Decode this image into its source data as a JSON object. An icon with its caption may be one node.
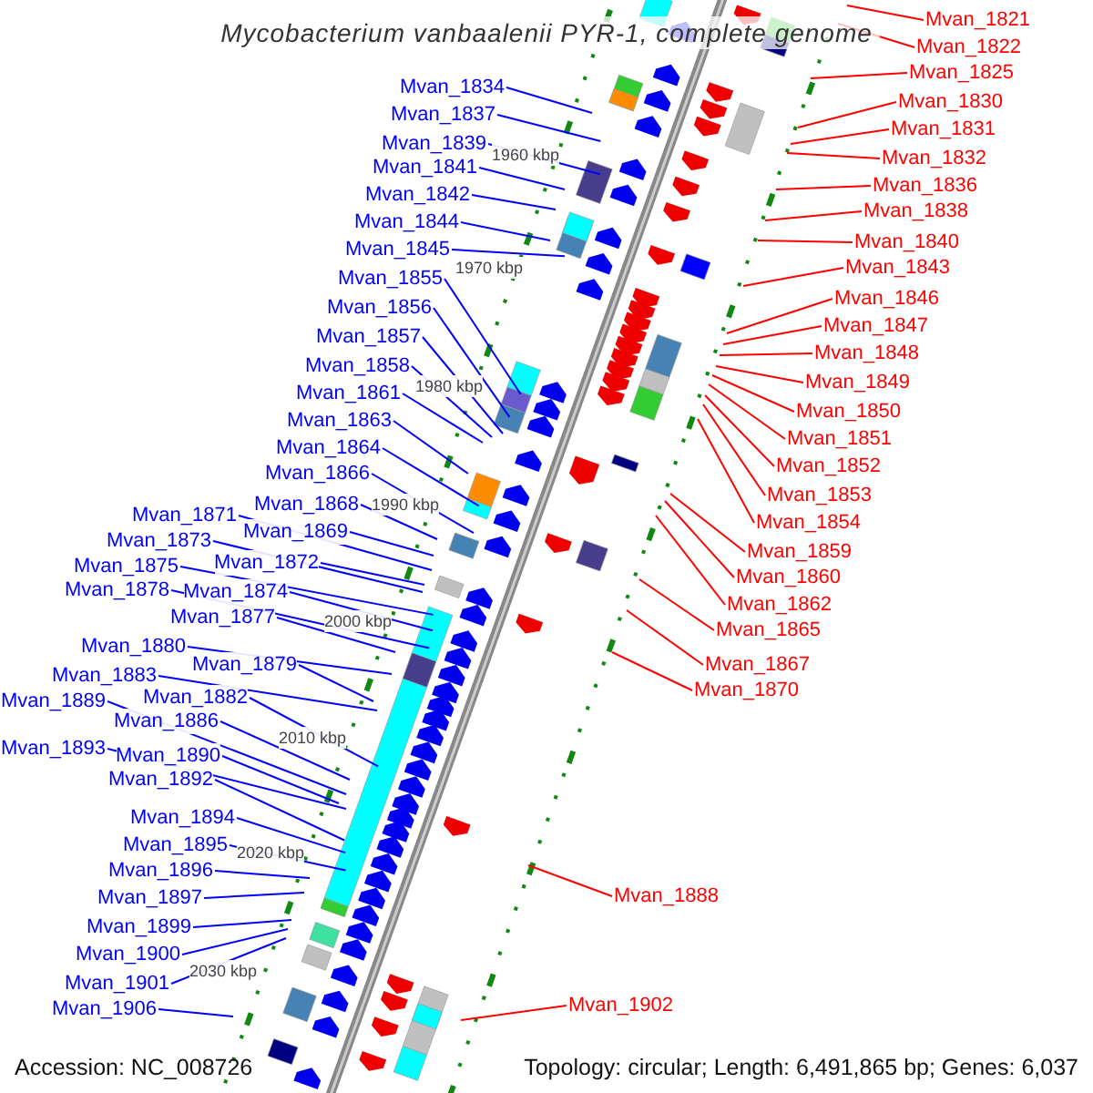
{
  "diagram": {
    "title": "Mycobacterium vanbaalenii PYR-1, complete genome",
    "nodes": [
      {
        "text": [
          "Mvan_1834"
        ]
      },
      {
        "text": [
          "Mvan_1837"
        ]
      },
      {
        "text": [
          "Mvan_1839"
        ]
      },
      {
        "text": [
          "Mvan_1841"
        ]
      },
      {
        "text": [
          "Mvan_1842"
        ]
      },
      {
        "text": [
          "Mvan_1844"
        ]
      },
      {
        "text": [
          "Mvan_1845"
        ]
      },
      {
        "text": [
          "Mvan_1855"
        ]
      },
      {
        "text": [
          "Mvan_1856"
        ]
      },
      {
        "text": [
          "Mvan_1857"
        ]
      },
      {
        "text": [
          "Mvan_1858"
        ]
      },
      {
        "text": [
          "Mvan_1861"
        ]
      },
      {
        "text": [
          "Mvan_1863"
        ]
      },
      {
        "text": [
          "Mvan_1864"
        ]
      },
      {
        "text": [
          "Mvan_1866"
        ]
      },
      {
        "text": [
          "Mvan_1868"
        ]
      },
      {
        "text": [
          "Mvan_1871"
        ]
      },
      {
        "text": [
          "Mvan_1869"
        ]
      },
      {
        "text": [
          "Mvan_1873"
        ]
      },
      {
        "text": [
          "Mvan_1872"
        ]
      },
      {
        "text": [
          "Mvan_1875"
        ]
      },
      {
        "text": [
          "Mvan_1874"
        ]
      },
      {
        "text": [
          "Mvan_1878"
        ]
      },
      {
        "text": [
          "Mvan_1877"
        ]
      },
      {
        "text": [
          "Mvan_1880"
        ]
      },
      {
        "text": [
          "Mvan_1879"
        ]
      },
      {
        "text": [
          "Mvan_1883"
        ]
      },
      {
        "text": [
          "Mvan_1882"
        ]
      },
      {
        "text": [
          "Mvan_1889"
        ]
      },
      {
        "text": [
          "Mvan_1886"
        ]
      },
      {
        "text": [
          "Mvan_1893"
        ]
      },
      {
        "text": [
          "Mvan_1890"
        ]
      },
      {
        "text": [
          "Mvan_1892"
        ]
      },
      {
        "text": [
          "Mvan_1894"
        ]
      },
      {
        "text": [
          "Mvan_1895"
        ]
      },
      {
        "text": [
          "Mvan_1896"
        ]
      },
      {
        "text": [
          "Mvan_1897"
        ]
      },
      {
        "text": [
          "Mvan_1899"
        ]
      },
      {
        "text": [
          "Mvan_1900"
        ]
      },
      {
        "text": [
          "Mvan_1901"
        ]
      },
      {
        "text": [
          "Mvan_1906"
        ]
      },
      {
        "text": [
          "Mvan_1821"
        ]
      },
      {
        "text": [
          "Mvan_1822"
        ]
      },
      {
        "text": [
          "Mvan_1825"
        ]
      },
      {
        "text": [
          "Mvan_1830"
        ]
      },
      {
        "text": [
          "Mvan_1831"
        ]
      },
      {
        "text": [
          "Mvan_1832"
        ]
      },
      {
        "text": [
          "Mvan_1836"
        ]
      },
      {
        "text": [
          "Mvan_1838"
        ]
      },
      {
        "text": [
          "Mvan_1840"
        ]
      },
      {
        "text": [
          "Mvan_1843"
        ]
      },
      {
        "text": [
          "Mvan_1846"
        ]
      },
      {
        "text": [
          "Mvan_1847"
        ]
      },
      {
        "text": [
          "Mvan_1848"
        ]
      },
      {
        "text": [
          "Mvan_1849"
        ]
      },
      {
        "text": [
          "Mvan_1850"
        ]
      },
      {
        "text": [
          "Mvan_1851"
        ]
      },
      {
        "text": [
          "Mvan_1852"
        ]
      },
      {
        "text": [
          "Mvan_1853"
        ]
      },
      {
        "text": [
          "Mvan_1854"
        ]
      },
      {
        "text": [
          "Mvan_1859"
        ]
      },
      {
        "text": [
          "Mvan_1860"
        ]
      },
      {
        "text": [
          "Mvan_1862"
        ]
      },
      {
        "text": [
          "Mvan_1865"
        ]
      },
      {
        "text": [
          "Mvan_1867"
        ]
      },
      {
        "text": [
          "Mvan_1870"
        ]
      },
      {
        "text": [
          "Mvan_1888"
        ]
      },
      {
        "text": [
          "Mvan_1902"
        ]
      }
    ],
    "edges": [
      {
        "from": 0,
        "to": null,
        "arrow": "none"
      },
      {
        "from": 1,
        "to": null,
        "arrow": "none"
      },
      {
        "from": 2,
        "to": null,
        "arrow": "none"
      },
      {
        "from": 3,
        "to": null,
        "arrow": "none"
      },
      {
        "from": 4,
        "to": null,
        "arrow": "none"
      },
      {
        "from": 5,
        "to": null,
        "arrow": "none"
      },
      {
        "from": 6,
        "to": null,
        "arrow": "none"
      },
      {
        "from": 7,
        "to": null,
        "arrow": "none"
      },
      {
        "from": 8,
        "to": null,
        "arrow": "none"
      },
      {
        "from": 9,
        "to": null,
        "arrow": "none"
      },
      {
        "from": 10,
        "to": null,
        "arrow": "none"
      },
      {
        "from": 11,
        "to": null,
        "arrow": "none"
      },
      {
        "from": 12,
        "to": null,
        "arrow": "none"
      },
      {
        "from": 13,
        "to": null,
        "arrow": "none"
      },
      {
        "from": 14,
        "to": null,
        "arrow": "none"
      },
      {
        "from": 15,
        "to": null,
        "arrow": "none"
      },
      {
        "from": 16,
        "to": null,
        "arrow": "none"
      },
      {
        "from": 17,
        "to": null,
        "arrow": "none"
      },
      {
        "from": 18,
        "to": null,
        "arrow": "none"
      },
      {
        "from": 19,
        "to": null,
        "arrow": "none"
      },
      {
        "from": 20,
        "to": null,
        "arrow": "none"
      },
      {
        "from": 21,
        "to": null,
        "arrow": "none"
      },
      {
        "from": 22,
        "to": null,
        "arrow": "none"
      },
      {
        "from": 23,
        "to": null,
        "arrow": "none"
      },
      {
        "from": 24,
        "to": null,
        "arrow": "none"
      },
      {
        "from": 25,
        "to": null,
        "arrow": "none"
      },
      {
        "from": 26,
        "to": null,
        "arrow": "none"
      },
      {
        "from": 27,
        "to": null,
        "arrow": "none"
      },
      {
        "from": 28,
        "to": null,
        "arrow": "none"
      },
      {
        "from": 29,
        "to": null,
        "arrow": "none"
      },
      {
        "from": 30,
        "to": null,
        "arrow": "none"
      },
      {
        "from": 31,
        "to": null,
        "arrow": "none"
      },
      {
        "from": 32,
        "to": null,
        "arrow": "none"
      },
      {
        "from": 33,
        "to": null,
        "arrow": "none"
      },
      {
        "from": 34,
        "to": null,
        "arrow": "none"
      },
      {
        "from": 35,
        "to": null,
        "arrow": "none"
      },
      {
        "from": 36,
        "to": null,
        "arrow": "none"
      },
      {
        "from": 37,
        "to": null,
        "arrow": "none"
      },
      {
        "from": 38,
        "to": null,
        "arrow": "none"
      },
      {
        "from": 39,
        "to": null,
        "arrow": "none"
      },
      {
        "from": 40,
        "to": null,
        "arrow": "none"
      },
      {
        "from": 41,
        "to": null,
        "arrow": "none",
        "color": "#ff0000"
      },
      {
        "from": 42,
        "to": null,
        "arrow": "none",
        "color": "#ff0000"
      },
      {
        "from": 43,
        "to": null,
        "arrow": "none",
        "color": "#ff0000"
      },
      {
        "from": 44,
        "to": null,
        "arrow": "none",
        "color": "#ff0000"
      },
      {
        "from": 45,
        "to": null,
        "arrow": "none",
        "color": "#ff0000"
      },
      {
        "from": 46,
        "to": null,
        "arrow": "none",
        "color": "#ff0000"
      },
      {
        "from": 47,
        "to": null,
        "arrow": "none",
        "color": "#ff0000"
      },
      {
        "from": 48,
        "to": null,
        "arrow": "none",
        "color": "#ff0000"
      },
      {
        "from": 49,
        "to": null,
        "arrow": "none",
        "color": "#ff0000"
      },
      {
        "from": 50,
        "to": null,
        "arrow": "none",
        "color": "#ff0000"
      },
      {
        "from": 51,
        "to": null,
        "arrow": "none",
        "color": "#ff0000"
      },
      {
        "from": 52,
        "to": null,
        "arrow": "none",
        "color": "#ff0000"
      },
      {
        "from": 53,
        "to": null,
        "arrow": "none",
        "color": "#ff0000"
      },
      {
        "from": 54,
        "to": null,
        "arrow": "none",
        "color": "#ff0000"
      },
      {
        "from": 55,
        "to": null,
        "arrow": "none",
        "color": "#ff0000"
      },
      {
        "from": 56,
        "to": null,
        "arrow": "none",
        "color": "#ff0000"
      },
      {
        "from": 57,
        "to": null,
        "arrow": "none",
        "color": "#ff0000"
      },
      {
        "from": 58,
        "to": null,
        "arrow": "none",
        "color": "#ff0000"
      },
      {
        "from": 59,
        "to": null,
        "arrow": "none",
        "color": "#ff0000"
      },
      {
        "from": 60,
        "to": null,
        "arrow": "none",
        "color": "#ff0000"
      },
      {
        "from": 61,
        "to": null,
        "arrow": "none",
        "color": "#ff0000"
      },
      {
        "from": 62,
        "to": null,
        "arrow": "none",
        "color": "#ff0000"
      },
      {
        "from": 63,
        "to": null,
        "arrow": "none",
        "color": "#ff0000"
      },
      {
        "from": 64,
        "to": null,
        "arrow": "none",
        "color": "#ff0000"
      },
      {
        "from": 65,
        "to": null,
        "arrow": "none",
        "color": "#ff0000"
      },
      {
        "from": 66,
        "to": null,
        "arrow": "none",
        "color": "#ff0000"
      },
      {
        "from": 67,
        "to": null,
        "arrow": "none",
        "color": "#ff0000"
      }
    ],
    "labels": [
      "1960 kbp",
      "1970 kbp",
      "1980 kbp",
      "1990 kbp",
      "2000 kbp",
      "2010 kbp",
      "2020 kbp",
      "2030 kbp",
      "Accession: NC_008726",
      "Topology: circular; Length: 6,491,865 bp; Genes: 6,037"
    ]
  }
}
